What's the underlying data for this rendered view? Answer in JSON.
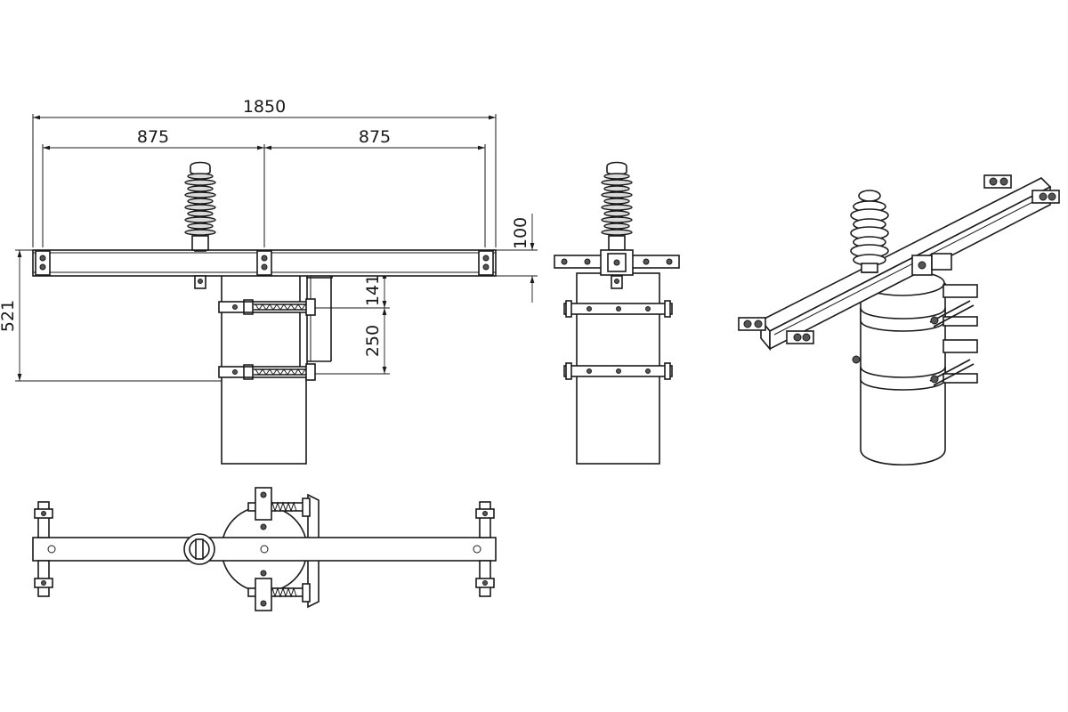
{
  "drawing": {
    "dimensions": {
      "overall_width": "1850",
      "half_width_left": "875",
      "half_width_right": "875",
      "beam_height": "100",
      "total_height": "521",
      "upper_offset": "141",
      "clamp_spacing": "250"
    }
  }
}
